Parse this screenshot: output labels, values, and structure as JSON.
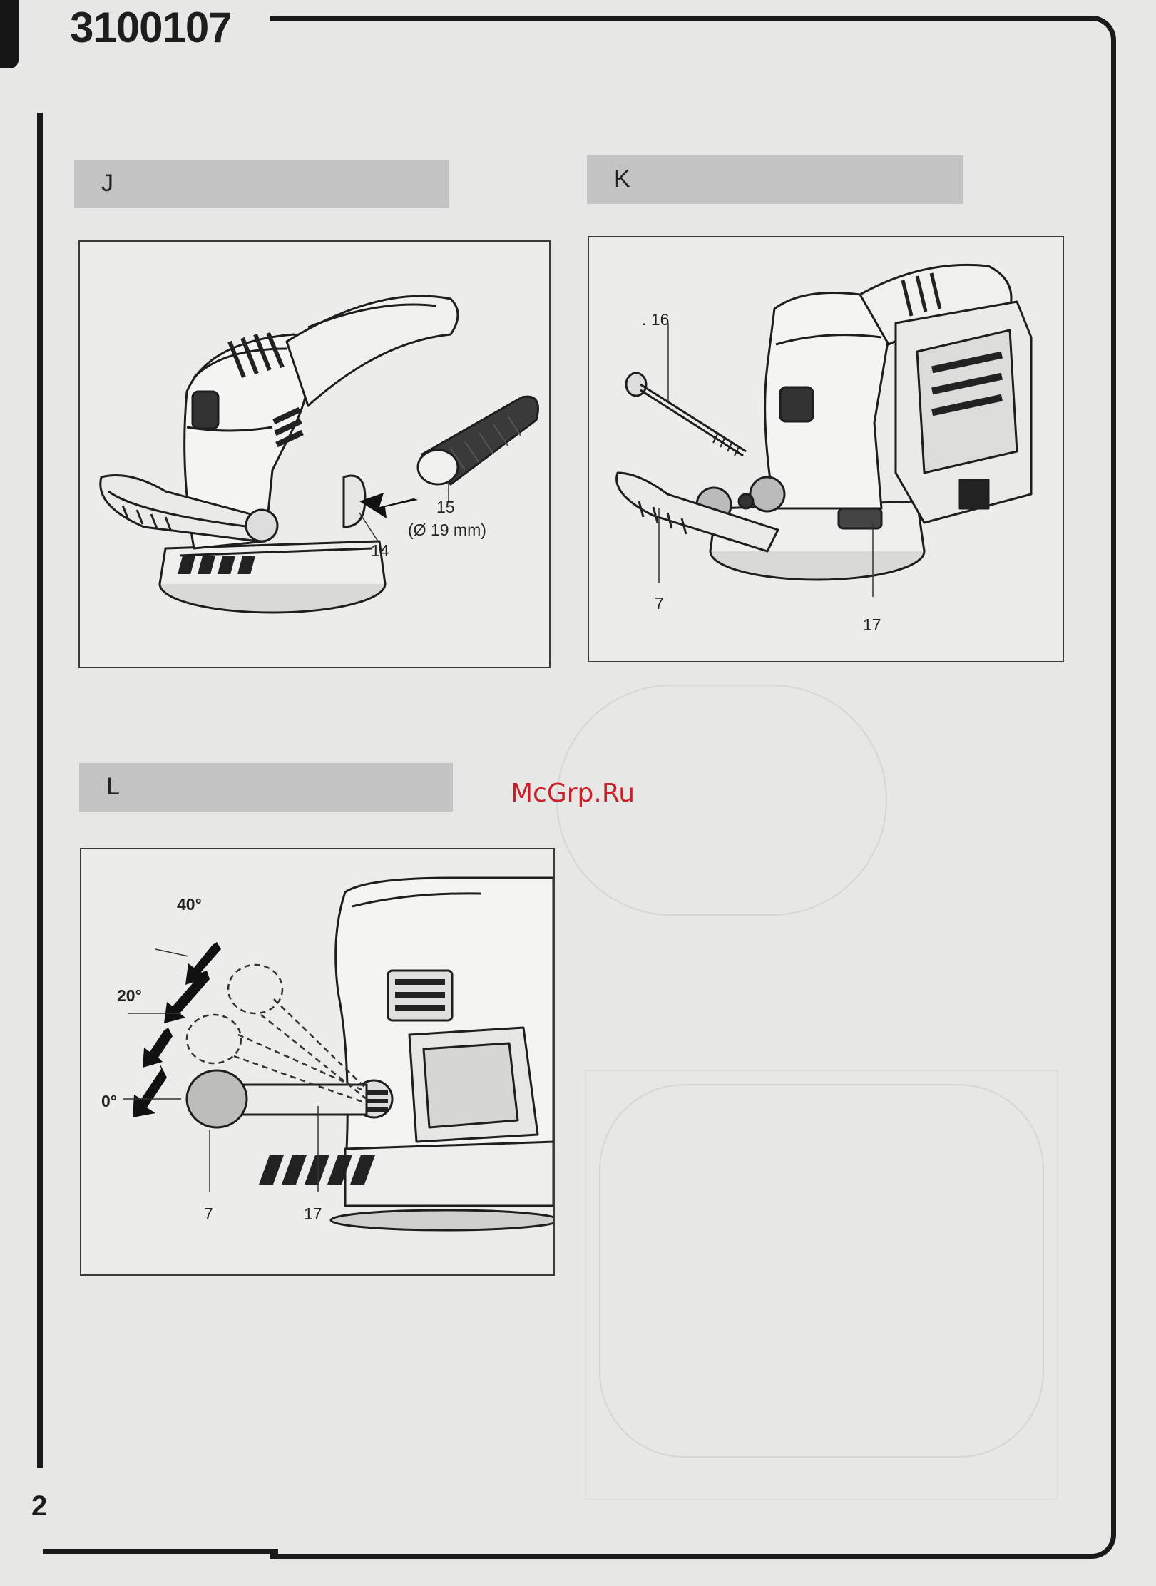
{
  "header": {
    "model_number": "3100107"
  },
  "page": {
    "number": "2"
  },
  "watermark": "McGrp.Ru",
  "sections": {
    "j": {
      "letter": "J",
      "callouts": {
        "part_15": "15",
        "part_15_diameter": "(Ø 19 mm)",
        "part_14": "14"
      }
    },
    "k": {
      "letter": "K",
      "callouts": {
        "part_16": ". 16",
        "part_7": "7",
        "part_17": "17"
      }
    },
    "l": {
      "letter": "L",
      "callouts": {
        "angle_40": "40°",
        "angle_20": "20°",
        "angle_0": "0°",
        "part_7": "7",
        "part_17": "17"
      }
    }
  },
  "colors": {
    "page_background": "#e7e7e5",
    "header_bar": "#c3c3c3",
    "watermark": "#c8202a",
    "ink": "#1c1c1c"
  },
  "icons": [
    "sander-illustration-icon",
    "dust-adapter-icon",
    "insert-arrow-icon",
    "screw-icon",
    "handle-angle-arrow-icon"
  ]
}
